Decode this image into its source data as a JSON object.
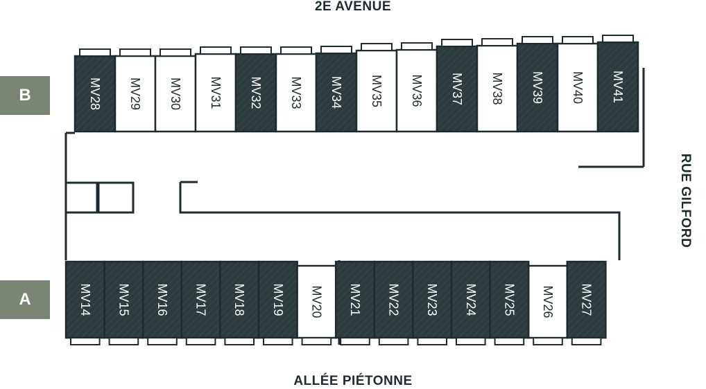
{
  "streets": {
    "top": "2E AVENUE",
    "bottom": "ALLÉE PIÉTONNE",
    "right": "RUE GILFORD"
  },
  "buildings": {
    "b_label": "B",
    "a_label": "A"
  },
  "units_top": [
    {
      "id": "MV28",
      "status": "dark"
    },
    {
      "id": "MV29",
      "status": "light"
    },
    {
      "id": "MV30",
      "status": "light"
    },
    {
      "id": "MV31",
      "status": "light"
    },
    {
      "id": "MV32",
      "status": "dark"
    },
    {
      "id": "MV33",
      "status": "light"
    },
    {
      "id": "MV34",
      "status": "dark"
    },
    {
      "id": "MV35",
      "status": "light"
    },
    {
      "id": "MV36",
      "status": "light"
    },
    {
      "id": "MV37",
      "status": "dark"
    },
    {
      "id": "MV38",
      "status": "light"
    },
    {
      "id": "MV39",
      "status": "dark"
    },
    {
      "id": "MV40",
      "status": "light"
    },
    {
      "id": "MV41",
      "status": "dark"
    }
  ],
  "units_bottom": [
    {
      "id": "MV14",
      "status": "dark"
    },
    {
      "id": "MV15",
      "status": "dark"
    },
    {
      "id": "MV16",
      "status": "dark"
    },
    {
      "id": "MV17",
      "status": "dark"
    },
    {
      "id": "MV18",
      "status": "dark"
    },
    {
      "id": "MV19",
      "status": "dark"
    },
    {
      "id": "MV20",
      "status": "light"
    },
    {
      "id": "MV21",
      "status": "dark"
    },
    {
      "id": "MV22",
      "status": "dark"
    },
    {
      "id": "MV23",
      "status": "dark"
    },
    {
      "id": "MV24",
      "status": "dark"
    },
    {
      "id": "MV25",
      "status": "dark"
    },
    {
      "id": "MV26",
      "status": "light"
    },
    {
      "id": "MV27",
      "status": "dark"
    }
  ],
  "colors": {
    "dark": "#2d3b3e",
    "outline": "#1e2b2e",
    "label_bg": "#7a8673"
  }
}
